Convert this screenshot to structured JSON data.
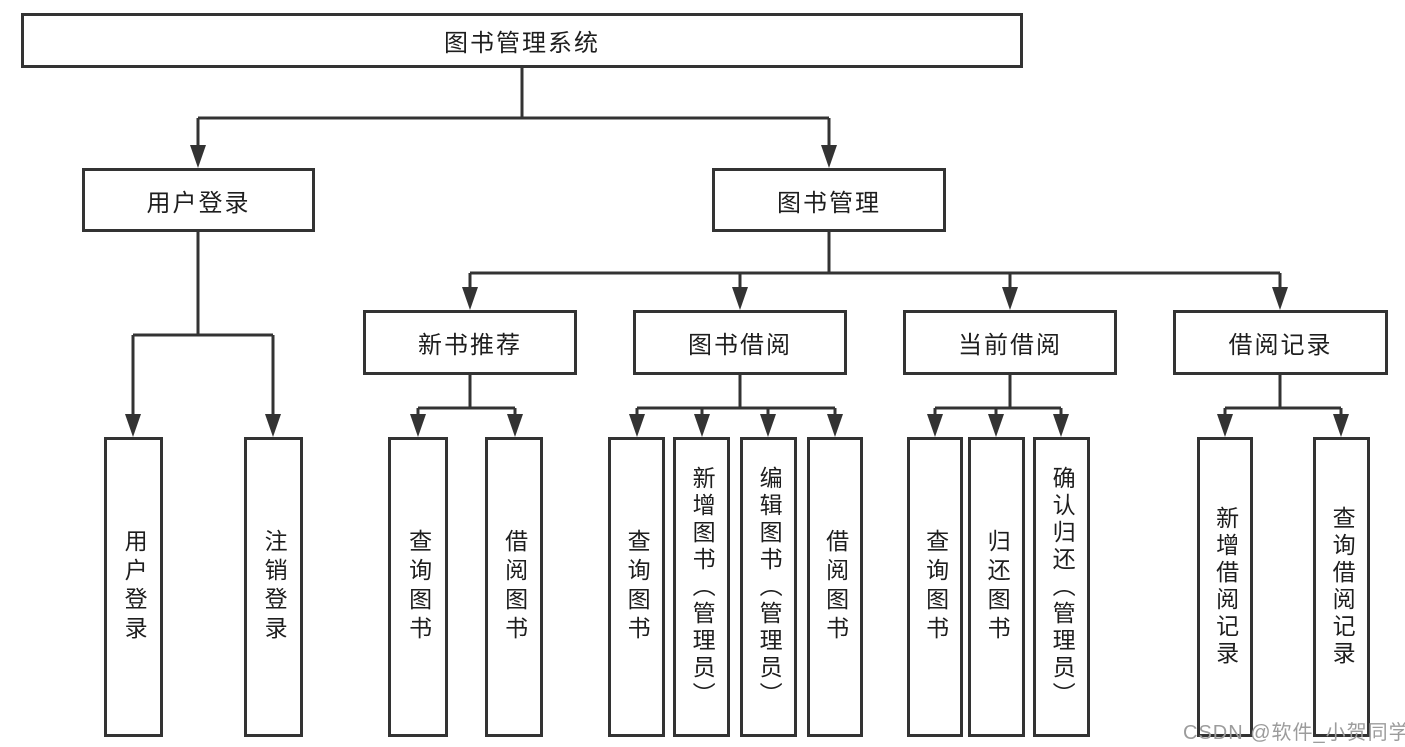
{
  "diagram": {
    "title": "图书管理系统",
    "colors": {
      "stroke": "#333333",
      "text": "#1e1e1e",
      "watermark": "#9c9c9c"
    },
    "root": {
      "label": "图书管理系统"
    },
    "branches": [
      {
        "label": "用户登录",
        "children": [
          {
            "label": "用户登录"
          },
          {
            "label": "注销登录"
          }
        ]
      },
      {
        "label": "图书管理",
        "groups": [
          {
            "label": "新书推荐",
            "children": [
              {
                "label": "查询图书"
              },
              {
                "label": "借阅图书"
              }
            ]
          },
          {
            "label": "图书借阅",
            "children": [
              {
                "label": "查询图书"
              },
              {
                "label": "新增图书（管理员）"
              },
              {
                "label": "编辑图书（管理员）"
              },
              {
                "label": "借阅图书"
              }
            ]
          },
          {
            "label": "当前借阅",
            "children": [
              {
                "label": "查询图书"
              },
              {
                "label": "归还图书"
              },
              {
                "label": "确认归还（管理员）"
              }
            ]
          },
          {
            "label": "借阅记录",
            "children": [
              {
                "label": "新增借阅记录"
              },
              {
                "label": "查询借阅记录"
              }
            ]
          }
        ]
      }
    ],
    "watermark": "CSDN @软件_小贺同学"
  }
}
